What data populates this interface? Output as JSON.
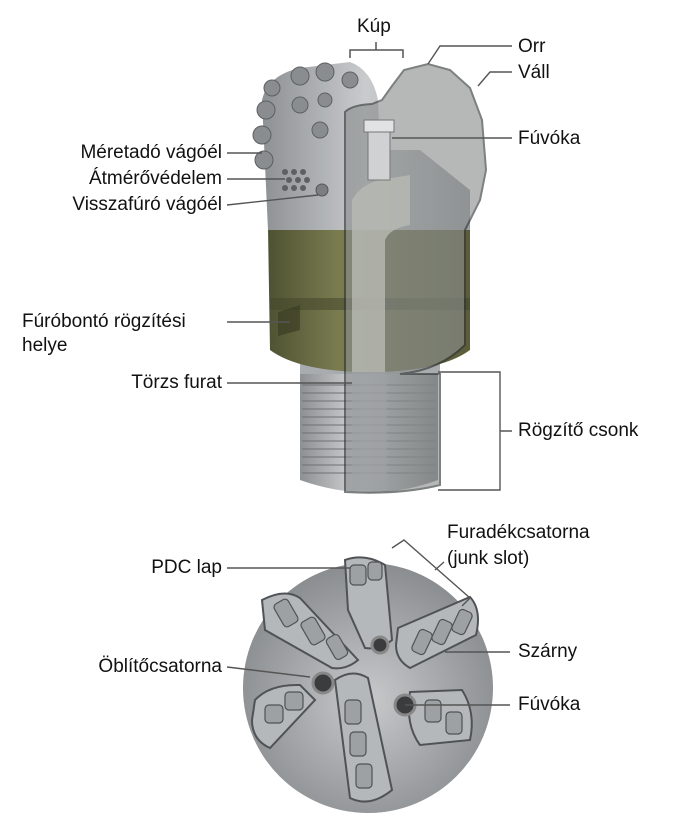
{
  "labels": {
    "kup": "Kúp",
    "orr": "Orr",
    "vall": "Váll",
    "fuvoka_top": "Fúvóka",
    "meretado": "Méretadó vágóél",
    "atmero": "Átmérővédelem",
    "visszafuro": "Visszafúró vágóél",
    "furobonto_1": "Fúróbontó rögzítési",
    "furobonto_2": "helye",
    "torzs": "Törzs furat",
    "rogzito": "Rögzítő csonk",
    "furadek_1": "Furadékcsatorna",
    "furadek_2": "(junk slot)",
    "pdc": "PDC lap",
    "oblito": "Öblítőcsatorna",
    "szarny": "Szárny",
    "fuvoka_bottom": "Fúvóka"
  },
  "colors": {
    "body_green": "#6f7047",
    "body_green_dark": "#4f5232",
    "steel": "#b9bbbd",
    "steel_dark": "#7e8184",
    "shell_gray": "#8c9090",
    "leader": "#555555"
  }
}
